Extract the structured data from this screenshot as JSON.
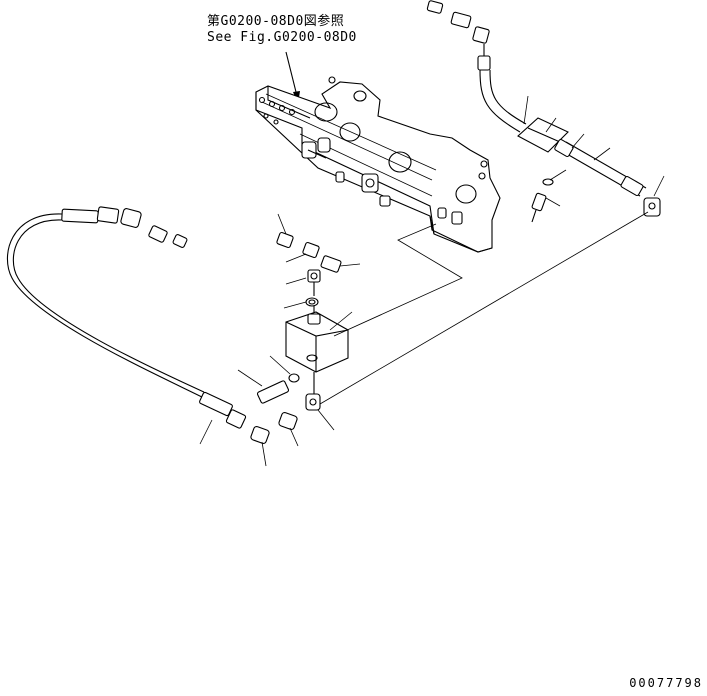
{
  "reference": {
    "jp_text": "第G0200-08D0図参照",
    "en_text": "See Fig.G0200-08D0"
  },
  "drawing_number": "00077798"
}
